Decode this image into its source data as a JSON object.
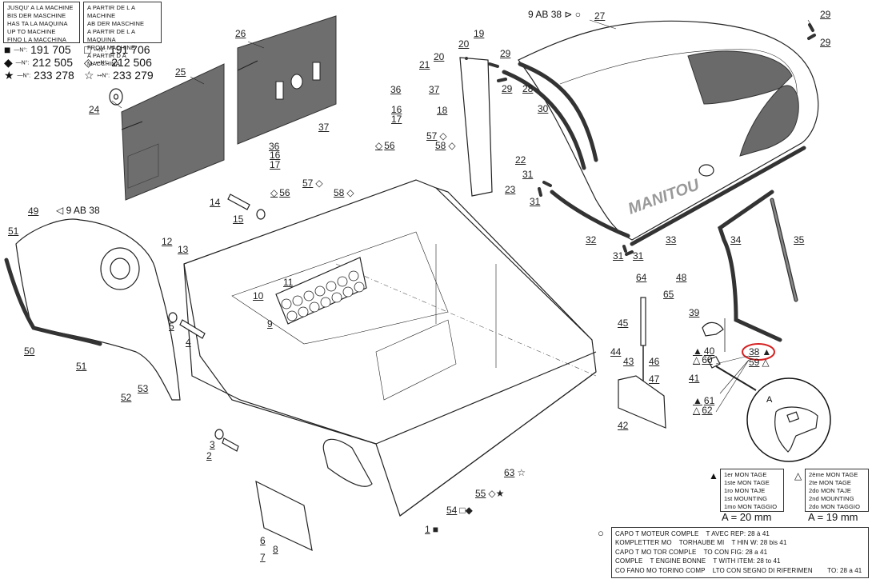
{
  "diagram": {
    "title": "Manitou engine bonnet exploded parts view",
    "brand_text": "MANITOU",
    "highlight_color": "#d62020",
    "highlighted_callout": "38"
  },
  "serial_legend": {
    "box_until": [
      "JUSQU' A LA MACHINE",
      "BIS DER MASCHINE",
      "HAS TA LA MAQUINA",
      "UP TO MACHINE",
      "FINO L A MACCHINA"
    ],
    "box_from": [
      "A PARTIR DE L A MACHINE",
      "AB DER MASCHINE",
      "A PARTIR DE L A MAQUINA",
      "FROM MACHINE",
      "A PARTIR D A MACCHINA"
    ],
    "rows": [
      {
        "until_symbol": "■",
        "until_prefix": "N°:",
        "until_value": "191 705",
        "from_symbol": "□",
        "from_prefix": "N°:",
        "from_value": "191 706"
      },
      {
        "until_symbol": "◆",
        "until_prefix": "N°:",
        "until_value": "212 505",
        "from_symbol": "◇",
        "from_prefix": "N°:",
        "from_value": "212 506"
      },
      {
        "until_symbol": "★",
        "until_prefix": "N°:",
        "until_value": "233 278",
        "from_symbol": "☆",
        "from_prefix": "N°:",
        "from_value": "233 279"
      }
    ]
  },
  "references": {
    "bonnet_ref": "9 AB 38",
    "side_panel_ref": "9 AB 38"
  },
  "callouts": [
    {
      "id": "1",
      "suffix": "■"
    },
    {
      "id": "2"
    },
    {
      "id": "3"
    },
    {
      "id": "4"
    },
    {
      "id": "5"
    },
    {
      "id": "6"
    },
    {
      "id": "7"
    },
    {
      "id": "8"
    },
    {
      "id": "9"
    },
    {
      "id": "10"
    },
    {
      "id": "11"
    },
    {
      "id": "12"
    },
    {
      "id": "13"
    },
    {
      "id": "14"
    },
    {
      "id": "15"
    },
    {
      "id": "16"
    },
    {
      "id": "16"
    },
    {
      "id": "17"
    },
    {
      "id": "17"
    },
    {
      "id": "18"
    },
    {
      "id": "19"
    },
    {
      "id": "20"
    },
    {
      "id": "20"
    },
    {
      "id": "21"
    },
    {
      "id": "22"
    },
    {
      "id": "23"
    },
    {
      "id": "24"
    },
    {
      "id": "25"
    },
    {
      "id": "26"
    },
    {
      "id": "27"
    },
    {
      "id": "28"
    },
    {
      "id": "29"
    },
    {
      "id": "29"
    },
    {
      "id": "29"
    },
    {
      "id": "29"
    },
    {
      "id": "30"
    },
    {
      "id": "31"
    },
    {
      "id": "31"
    },
    {
      "id": "31"
    },
    {
      "id": "31"
    },
    {
      "id": "32"
    },
    {
      "id": "33"
    },
    {
      "id": "34"
    },
    {
      "id": "35"
    },
    {
      "id": "36"
    },
    {
      "id": "36"
    },
    {
      "id": "37"
    },
    {
      "id": "37"
    },
    {
      "id": "38",
      "suffix": "▲"
    },
    {
      "id": "39"
    },
    {
      "id": "40",
      "prefix": "▲"
    },
    {
      "id": "41"
    },
    {
      "id": "42"
    },
    {
      "id": "43"
    },
    {
      "id": "44"
    },
    {
      "id": "45"
    },
    {
      "id": "46"
    },
    {
      "id": "47"
    },
    {
      "id": "48"
    },
    {
      "id": "49"
    },
    {
      "id": "50"
    },
    {
      "id": "51"
    },
    {
      "id": "51"
    },
    {
      "id": "52"
    },
    {
      "id": "53"
    },
    {
      "id": "54",
      "suffix": "□◆"
    },
    {
      "id": "55",
      "suffix": "◇★"
    },
    {
      "id": "56",
      "prefix": "◇"
    },
    {
      "id": "56",
      "prefix": "◇"
    },
    {
      "id": "57",
      "suffix": "◇"
    },
    {
      "id": "57",
      "suffix": "◇"
    },
    {
      "id": "58",
      "suffix": "◇"
    },
    {
      "id": "58",
      "suffix": "◇"
    },
    {
      "id": "59",
      "suffix": "△"
    },
    {
      "id": "60",
      "prefix": "△"
    },
    {
      "id": "61",
      "prefix": "▲"
    },
    {
      "id": "62",
      "prefix": "△"
    },
    {
      "id": "63",
      "suffix": "☆"
    },
    {
      "id": "64"
    },
    {
      "id": "65"
    }
  ],
  "mounting_notes": {
    "first": {
      "symbol": "▲",
      "lines": [
        "1er MON TAGE",
        "1ste MON TAGE",
        "1ro MON TAJE",
        "1st MOUNTING",
        "1mo MON TAGGIO"
      ],
      "dimension": "A = 20 mm"
    },
    "second": {
      "symbol": "△",
      "lines": [
        "2ème MON TAGE",
        "2te MON TAGE",
        "2do MON TAJE",
        "2nd MOUNTING",
        "2do MON TAGGIO"
      ],
      "dimension": "A = 19 mm"
    }
  },
  "detail_view": {
    "label": "A"
  },
  "complete_bonnet_note": {
    "symbol": "○",
    "lines": [
      "CAPO T MOTEUR COMPLE    T AVEC REP: 28 à 41",
      "KOMPLETTER MO    TORHAUBE MI    T HIN W: 28 bis 41",
      "CAPO T MO TOR COMPLE    TO CON FIG: 28 a 41",
      "COMPLE    T ENGINE BONNE    T WITH ITEM: 28 to 41",
      "CO FANO MO TORINO COMP    LTO CON SEGNO DI RIFERIMEN        TO: 28 a 41"
    ]
  }
}
